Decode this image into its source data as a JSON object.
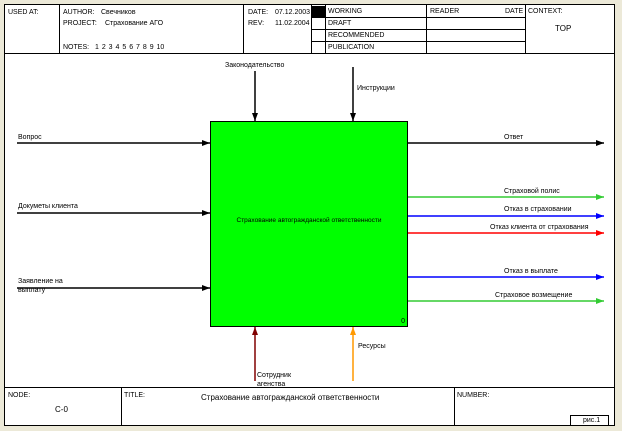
{
  "header": {
    "used_at_label": "USED AT:",
    "author_label": "AUTHOR:",
    "author": "Свечников",
    "project_label": "PROJECT:",
    "project": "Страхование АГО",
    "notes_label": "NOTES:",
    "notes": "1 2 3 4 5 6 7 8 9 10",
    "date_label": "DATE:",
    "date": "07.12.2003",
    "rev_label": "REV:",
    "rev": "11.02.2004",
    "status": [
      "WORKING",
      "DRAFT",
      "RECOMMENDED",
      "PUBLICATION"
    ],
    "reader_label": "READER",
    "date2_label": "DATE",
    "context_label": "CONTEXT:",
    "context_value": "TOP"
  },
  "diagram": {
    "activity_label": "Страхование автогражданской ответственности",
    "activity_number": "0",
    "activity_color": "#00ff00",
    "controls": [
      "Законодательство",
      "Инструкции"
    ],
    "inputs": [
      "Вопрос",
      "Докуметы клиента",
      "Заявление на выплату"
    ],
    "outputs": [
      {
        "label": "Ответ",
        "color": "#000000"
      },
      {
        "label": "Страховой полис",
        "color": "#33cc33"
      },
      {
        "label": "Отказ в страховании",
        "color": "#0000ff"
      },
      {
        "label": "Отказ клиента от страхования",
        "color": "#ff0000"
      },
      {
        "label": "Отказ в выплате",
        "color": "#0000ff"
      },
      {
        "label": "Страховое возмещение",
        "color": "#33cc33"
      }
    ],
    "mechanisms": [
      {
        "label": "Сотрудник агенства",
        "color": "#800000"
      },
      {
        "label": "Ресурсы",
        "color": "#ff9900"
      }
    ]
  },
  "footer": {
    "node_label": "NODE:",
    "node_value": "C-0",
    "title_label": "TITLE:",
    "title_value": "Страхование автогражданской ответственности",
    "number_label": "NUMBER:",
    "number_value": "рис.1"
  }
}
